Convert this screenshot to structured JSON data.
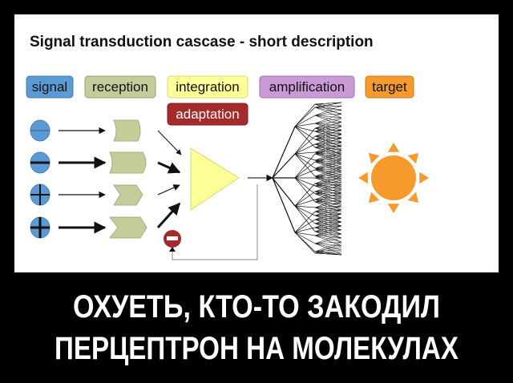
{
  "diagram": {
    "title": "Signal transduction cascase - short description",
    "stages": [
      {
        "label": "signal",
        "color": "#5b9bd5"
      },
      {
        "label": "reception",
        "color": "#c5cc99"
      },
      {
        "label": "integration",
        "color": "#ffff99"
      },
      {
        "label": "amplification",
        "color": "#c99ad6"
      },
      {
        "label": "target",
        "color": "#f79a2e"
      }
    ],
    "adaptation": {
      "label": "adaptation",
      "color": "#a52a2a"
    },
    "signals": [
      "minus-thin",
      "minus-thick",
      "plus-thin",
      "plus-thick"
    ],
    "sun_color": "#f79a2e",
    "triangle_color": "#ffff99"
  },
  "caption": {
    "line1": "ОХУЕТЬ, КТО-ТО ЗАКОДИЛ",
    "line2": "ПЕРЦЕПТРОН НА МОЛЕКУЛАХ"
  }
}
